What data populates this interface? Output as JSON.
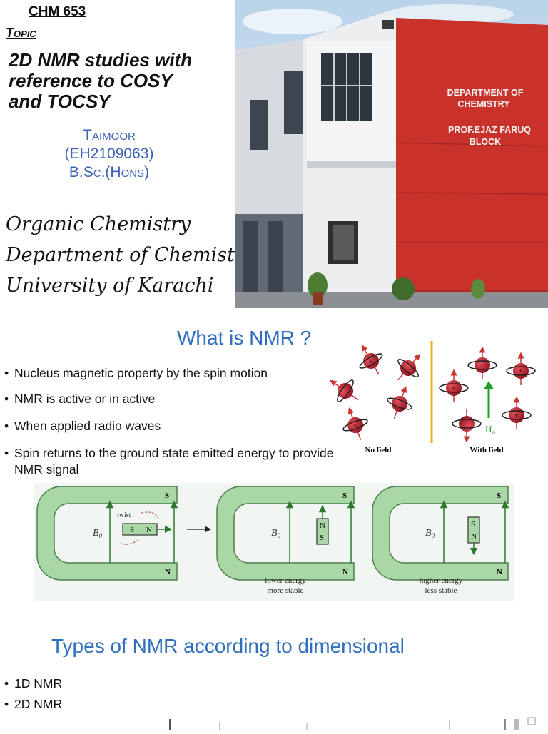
{
  "title_slide": {
    "course_code": "CHM 653",
    "topic_label": "Topic",
    "topic_title": [
      "2D NMR studies with",
      "reference to COSY",
      "and TOCSY"
    ],
    "author": [
      "Taimoor",
      "(EH2109063)",
      "B.Sc.(Hons)"
    ],
    "department": [
      "Organic Chemistry",
      "Department of Chemistry",
      "University of Karachi"
    ]
  },
  "building_photo": {
    "sign_lines": [
      "DEPARTMENT OF",
      "CHEMISTRY",
      "PROF.EJAZ FARUQ",
      "BLOCK"
    ]
  },
  "nmr_slide": {
    "heading": "What is NMR ?",
    "bullets": [
      "Nucleus magnetic property by the spin motion",
      "NMR is active or in active",
      "When applied  radio waves",
      "Spin returns to the ground state emitted energy to provide NMR signal"
    ],
    "spin_diagram": {
      "label_left": "No field",
      "label_right": "With field",
      "field_label": "H",
      "field_subscript": "o"
    },
    "magnet_diagram": {
      "field_label": "B",
      "field_subscript": "0",
      "pole_s": "S",
      "pole_n": "N",
      "twist_label": "twist",
      "caption_middle": [
        "lower energy",
        "more stable"
      ],
      "caption_right": [
        "higher energy",
        "less stable"
      ],
      "colors": {
        "magnet": "#a9d8a6",
        "outline": "#4f7f4d",
        "field_lines": "#2a7a2a"
      }
    }
  },
  "types_slide": {
    "heading": "Types of NMR according to dimensional",
    "bullets": [
      "1D NMR",
      "2D NMR"
    ]
  },
  "colors": {
    "heading_blue": "#2f6fbd",
    "author_blue": "#3c62b5",
    "wall_red": "#c8322a",
    "nucleus_red": "#c0202a"
  }
}
